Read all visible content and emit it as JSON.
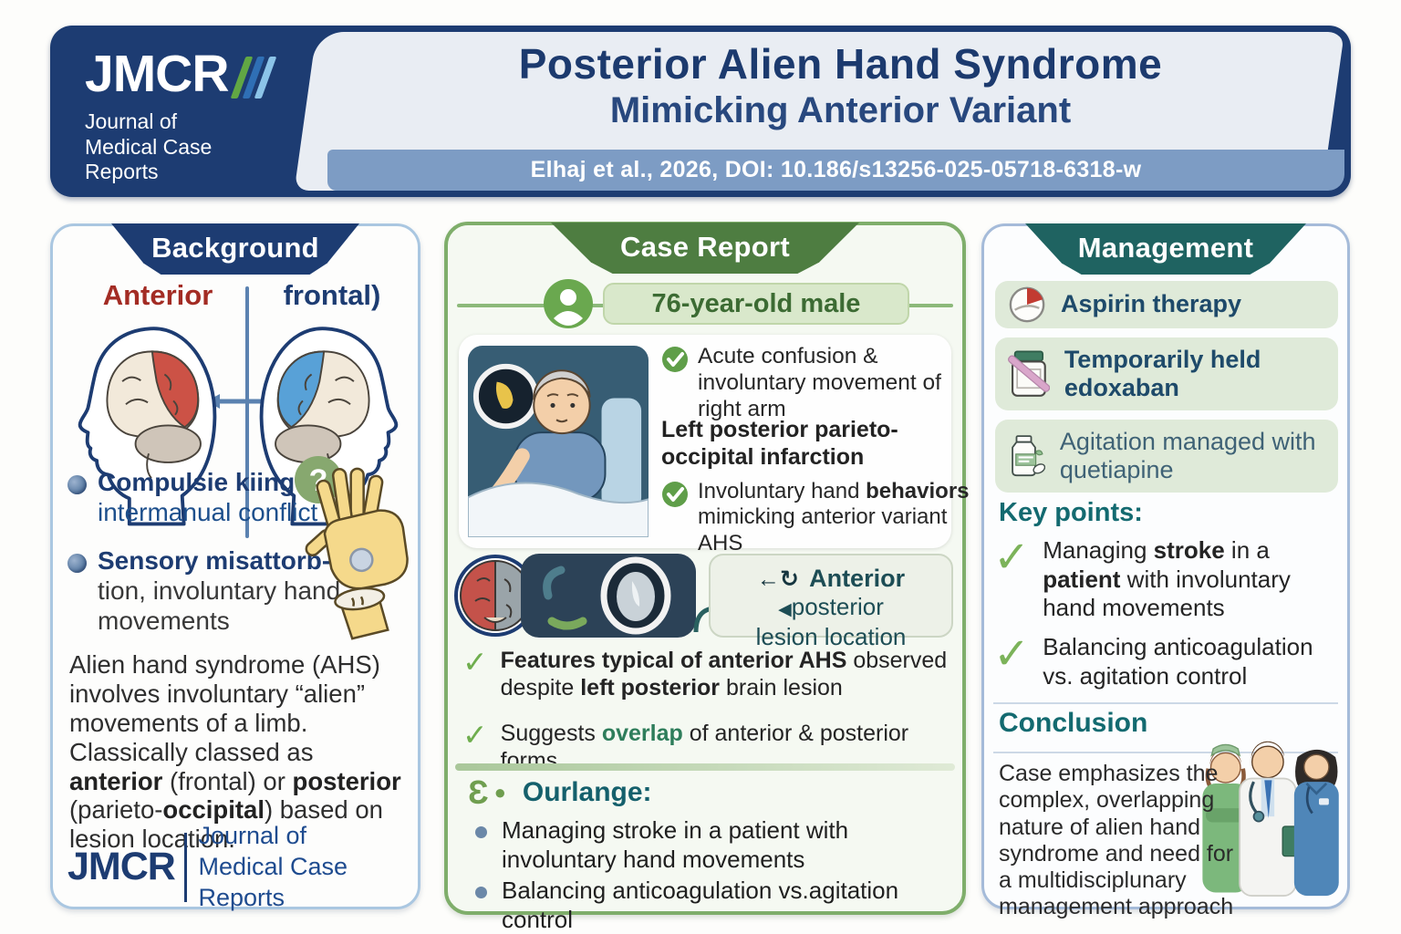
{
  "header": {
    "logo_acronym": "JMCR",
    "journal_name": "Journal of Medical Case Reports",
    "title_line1": "Posterior Alien Hand Syndrome",
    "title_line2": "Mimicking Anterior Variant",
    "citation": "Elhaj et al., 2026, DOI: 10.186/s13256-025-05718-6318-w"
  },
  "background_panel": {
    "title": "Background",
    "label_anterior": "Anterior",
    "label_frontal": "frontal)",
    "bullets": [
      {
        "bold": "Compulsie kiing",
        "rest": "intermanual conflict"
      },
      {
        "bold": "Sensory misattorb-",
        "rest": "tion, involuntary hand movements"
      }
    ],
    "para": {
      "s1": "Alien hand syndrome (AHS) involves involuntary “alien” movements of a limb. Classically classed as ",
      "b1": "anterior",
      "s2": " (frontal) or ",
      "b2": "posterior",
      "s3": " (parieto-",
      "b3": "occipital",
      "s4": ") based on lesion location."
    },
    "footer_logo": {
      "acronym": "JMCR",
      "line1": "Journal of",
      "line2": "Medical Case Reports"
    }
  },
  "case_panel": {
    "title": "Case Report",
    "patient_badge": "76-year-old male",
    "finding1": "Acute confusion & involuntary movement of right arm",
    "finding2": "Left posterior parieto-occipital infarction",
    "finding3": {
      "s1": "Involuntary hand ",
      "b1": "behaviors",
      "s2": " mimicking anterior variant AHS"
    },
    "lesion": {
      "arrow_icons": "←↻",
      "anterior": "Anterior",
      "posterior": "posterior",
      "line2": "lesion location"
    },
    "feature1": {
      "b1": "Features typical of anterior AHS",
      "s1": " observed despite ",
      "b2": "left posterior",
      "s2": " brain lesion"
    },
    "feature2": {
      "s1": "Suggests ",
      "hl": "overlap",
      "s2": " of anterior & posterior forms"
    },
    "challenges_title": "Ourlange:",
    "challenge1": "Managing stroke in a patient with involuntary hand movements",
    "challenge2": "Balancing anticoagulation vs.agitation control"
  },
  "management_panel": {
    "title": "Management",
    "treatments": [
      {
        "icon": "aspirin-pill-icon",
        "label": "Aspirin therapy"
      },
      {
        "icon": "crossed-out-jar-icon",
        "label": "Temporarily held edoxaban"
      },
      {
        "icon": "medicine-bottle-icon",
        "label": "Agitation managed with quetiapine"
      }
    ],
    "key_points_title": "Key points:",
    "kp1": {
      "s1": "Managing ",
      "b1": "stroke",
      "s2": " in a ",
      "b2": "patient",
      "s3": " with involuntary hand movements"
    },
    "kp2": "Balancing anticoagulation vs. agitation control",
    "conclusion_title": "Conclusion",
    "conclusion_text": "Case emphasizes the complex, overlapping nature of alien hand syndrome and need for a multidisciplunary management approach"
  },
  "glyphs": {
    "check": "✓",
    "left_arrow_and_cycle": "←↻",
    "triangle_left": "◀",
    "question": "?",
    "epsilon": "Ɛ",
    "dot": "●"
  },
  "colors": {
    "navy": "#1d3c72",
    "header_light": "#e9edf3",
    "citation_bar": "#7d9cc4",
    "banner_green": "#4e7d41",
    "banner_teal": "#1f6361",
    "panel_border_blue": "#aac7e1",
    "panel_border_green": "#7fae6b",
    "check_green": "#6fae4e",
    "light_green_bg": "#dfead9",
    "teal_heading": "#136a70",
    "anterior_red": "#a32c24",
    "steel_blue_line": "#5b82b0"
  }
}
